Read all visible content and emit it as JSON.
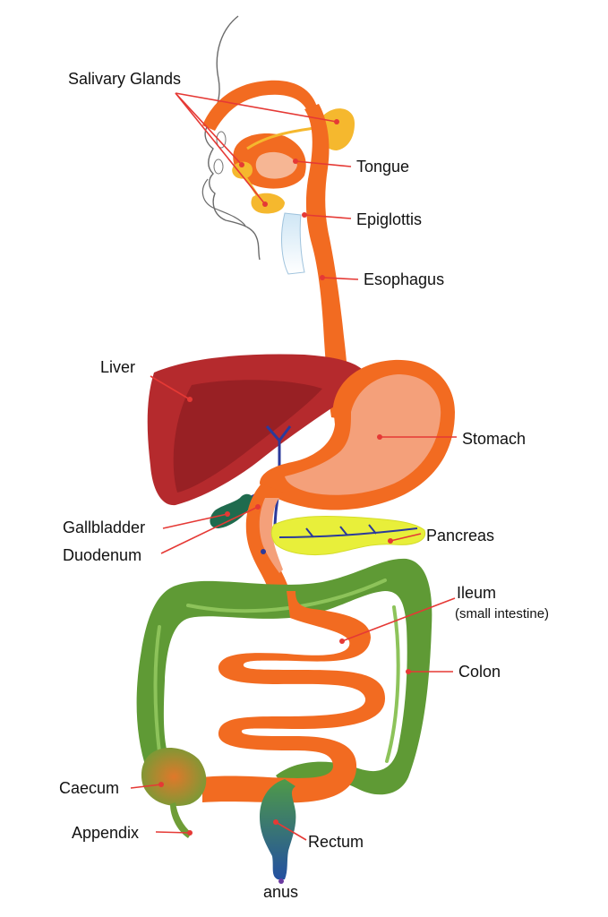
{
  "labels": {
    "salivary_glands": "Salivary Glands",
    "tongue": "Tongue",
    "epiglottis": "Epiglottis",
    "esophagus": "Esophagus",
    "liver": "Liver",
    "stomach": "Stomach",
    "gallbladder": "Gallbladder",
    "duodenum": "Duodenum",
    "pancreas": "Pancreas",
    "ileum": "Ileum",
    "ileum_note": "(small intestine)",
    "colon": "Colon",
    "caecum": "Caecum",
    "appendix": "Appendix",
    "rectum": "Rectum",
    "anus": "anus"
  },
  "colors": {
    "tract": "#f26b21",
    "tract_light": "#f4a07a",
    "liver": "#b52a2d",
    "liver_dark": "#8f1d22",
    "colon": "#5f9a35",
    "colon_light": "#8dc35a",
    "pancreas": "#e8ef3a",
    "gland": "#f5b82e",
    "bile_duct": "#2b3a9b",
    "gallbladder": "#1f6b4e",
    "leader": "#e53935"
  }
}
